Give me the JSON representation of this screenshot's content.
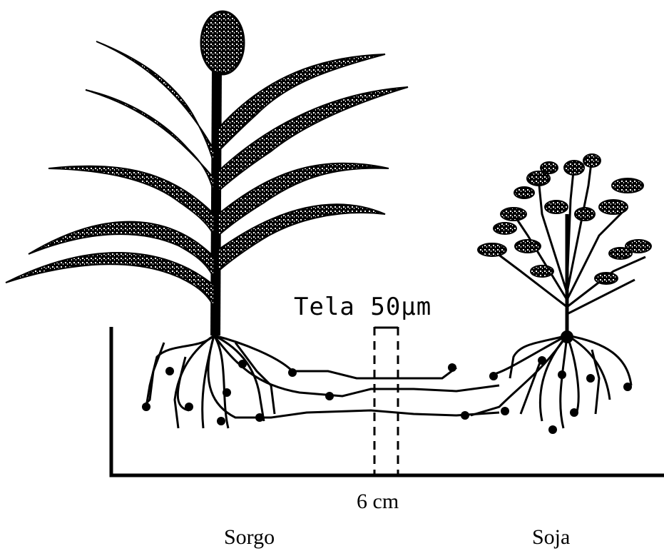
{
  "diagram": {
    "mesh_label": "Tela 50µm",
    "distance_label": "6 cm",
    "left_plant_label": "Sorgo",
    "right_plant_label": "Soja"
  }
}
